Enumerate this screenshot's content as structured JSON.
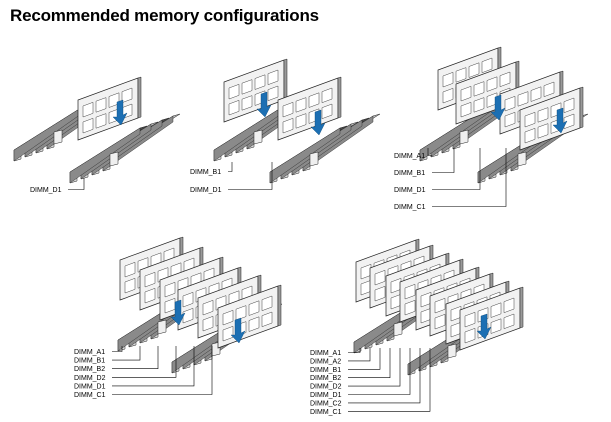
{
  "title": "Recommended memory configurations",
  "colors": {
    "arrow": "#1c6fb3",
    "slot_dark": "#4a4a4a",
    "slot_light": "#bdbdbd",
    "module_body": "#f2f2f2",
    "chip_outline": "#444444",
    "line": "#000000"
  },
  "configurations": [
    {
      "name": "config-1-module",
      "slot_labels": [
        "DIMM_D1"
      ]
    },
    {
      "name": "config-2-modules",
      "slot_labels": [
        "DIMM_B1",
        "DIMM_D1"
      ]
    },
    {
      "name": "config-3-modules",
      "slot_labels": [
        "DIMM_A1",
        "DIMM_B1",
        "DIMM_D1",
        "DIMM_C1"
      ]
    },
    {
      "name": "config-6-modules",
      "slot_labels": [
        "DIMM_A1",
        "DIMM_B1",
        "DIMM_B2",
        "DIMM_D2",
        "DIMM_D1",
        "DIMM_C1"
      ]
    },
    {
      "name": "config-8-modules",
      "slot_labels": [
        "DIMM_A1",
        "DIMM_A2",
        "DIMM_B1",
        "DIMM_B2",
        "DIMM_D2",
        "DIMM_D1",
        "DIMM_C2",
        "DIMM_C1"
      ]
    }
  ]
}
